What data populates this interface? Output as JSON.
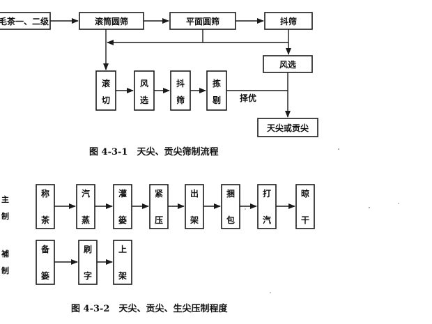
{
  "diagram1": {
    "start": "毛茶一、二级",
    "box_gun_yuan": "滚筒圆筛",
    "box_ping_mian": "平面圆筛",
    "box_dou_shai": "抖筛",
    "box_feng_xuan": "风选",
    "small_boxes": [
      [
        "滚",
        "切"
      ],
      [
        "风",
        "选"
      ],
      [
        "抖",
        "筛"
      ],
      [
        "拣",
        "剔"
      ]
    ],
    "arrow_label": "择优",
    "final": "天尖或贡尖",
    "caption": "图 4-3-1　天尖、贡尖筛制流程"
  },
  "diagram2": {
    "row1_side": [
      "主",
      "制"
    ],
    "row1_boxes": [
      [
        "称",
        "茶"
      ],
      [
        "汽",
        "蒸"
      ],
      [
        "灌",
        "篓"
      ],
      [
        "紧",
        "压"
      ],
      [
        "出",
        "架"
      ],
      [
        "捆",
        "包"
      ],
      [
        "打",
        "汽"
      ],
      [
        "晾",
        "干"
      ]
    ],
    "row2_side": [
      "補",
      "制"
    ],
    "row2_boxes": [
      [
        "备",
        "篓"
      ],
      [
        "刷",
        "字"
      ],
      [
        "上",
        "架"
      ]
    ],
    "caption": "图 4-3-2　天尖、贡尖、生尖压制程度"
  }
}
